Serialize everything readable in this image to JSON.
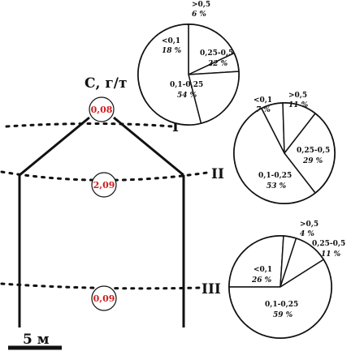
{
  "title": "С, г/т",
  "scale_label": "5 м",
  "levels": [
    {
      "roman": "I",
      "concentration": "0,08"
    },
    {
      "roman": "II",
      "concentration": "2,09"
    },
    {
      "roman": "III",
      "concentration": "0,09"
    }
  ],
  "colors": {
    "concentration_text": "#d01f1f",
    "ink": "#111111"
  },
  "chart_data": [
    {
      "type": "pie",
      "level": "I",
      "categories": [
        "<0,1",
        ">0,5",
        "0,25-0,5",
        "0,1-0,25"
      ],
      "values": [
        18,
        6,
        22,
        54
      ],
      "value_labels": [
        "18 %",
        "6 %",
        "22 %",
        "54 %"
      ]
    },
    {
      "type": "pie",
      "level": "II",
      "categories": [
        "<0,1",
        ">0,5",
        "0,25-0,5",
        "0,1-0,25"
      ],
      "values": [
        7,
        11,
        29,
        53
      ],
      "value_labels": [
        "7 %",
        "11 %",
        "29 %",
        "53 %"
      ]
    },
    {
      "type": "pie",
      "level": "III",
      "categories": [
        "<0,1",
        ">0,5",
        "0,25-0,5",
        "0,1-0,25"
      ],
      "values": [
        26,
        4,
        11,
        59
      ],
      "value_labels": [
        "26 %",
        "4 %",
        "11 %",
        "59 %"
      ]
    }
  ]
}
